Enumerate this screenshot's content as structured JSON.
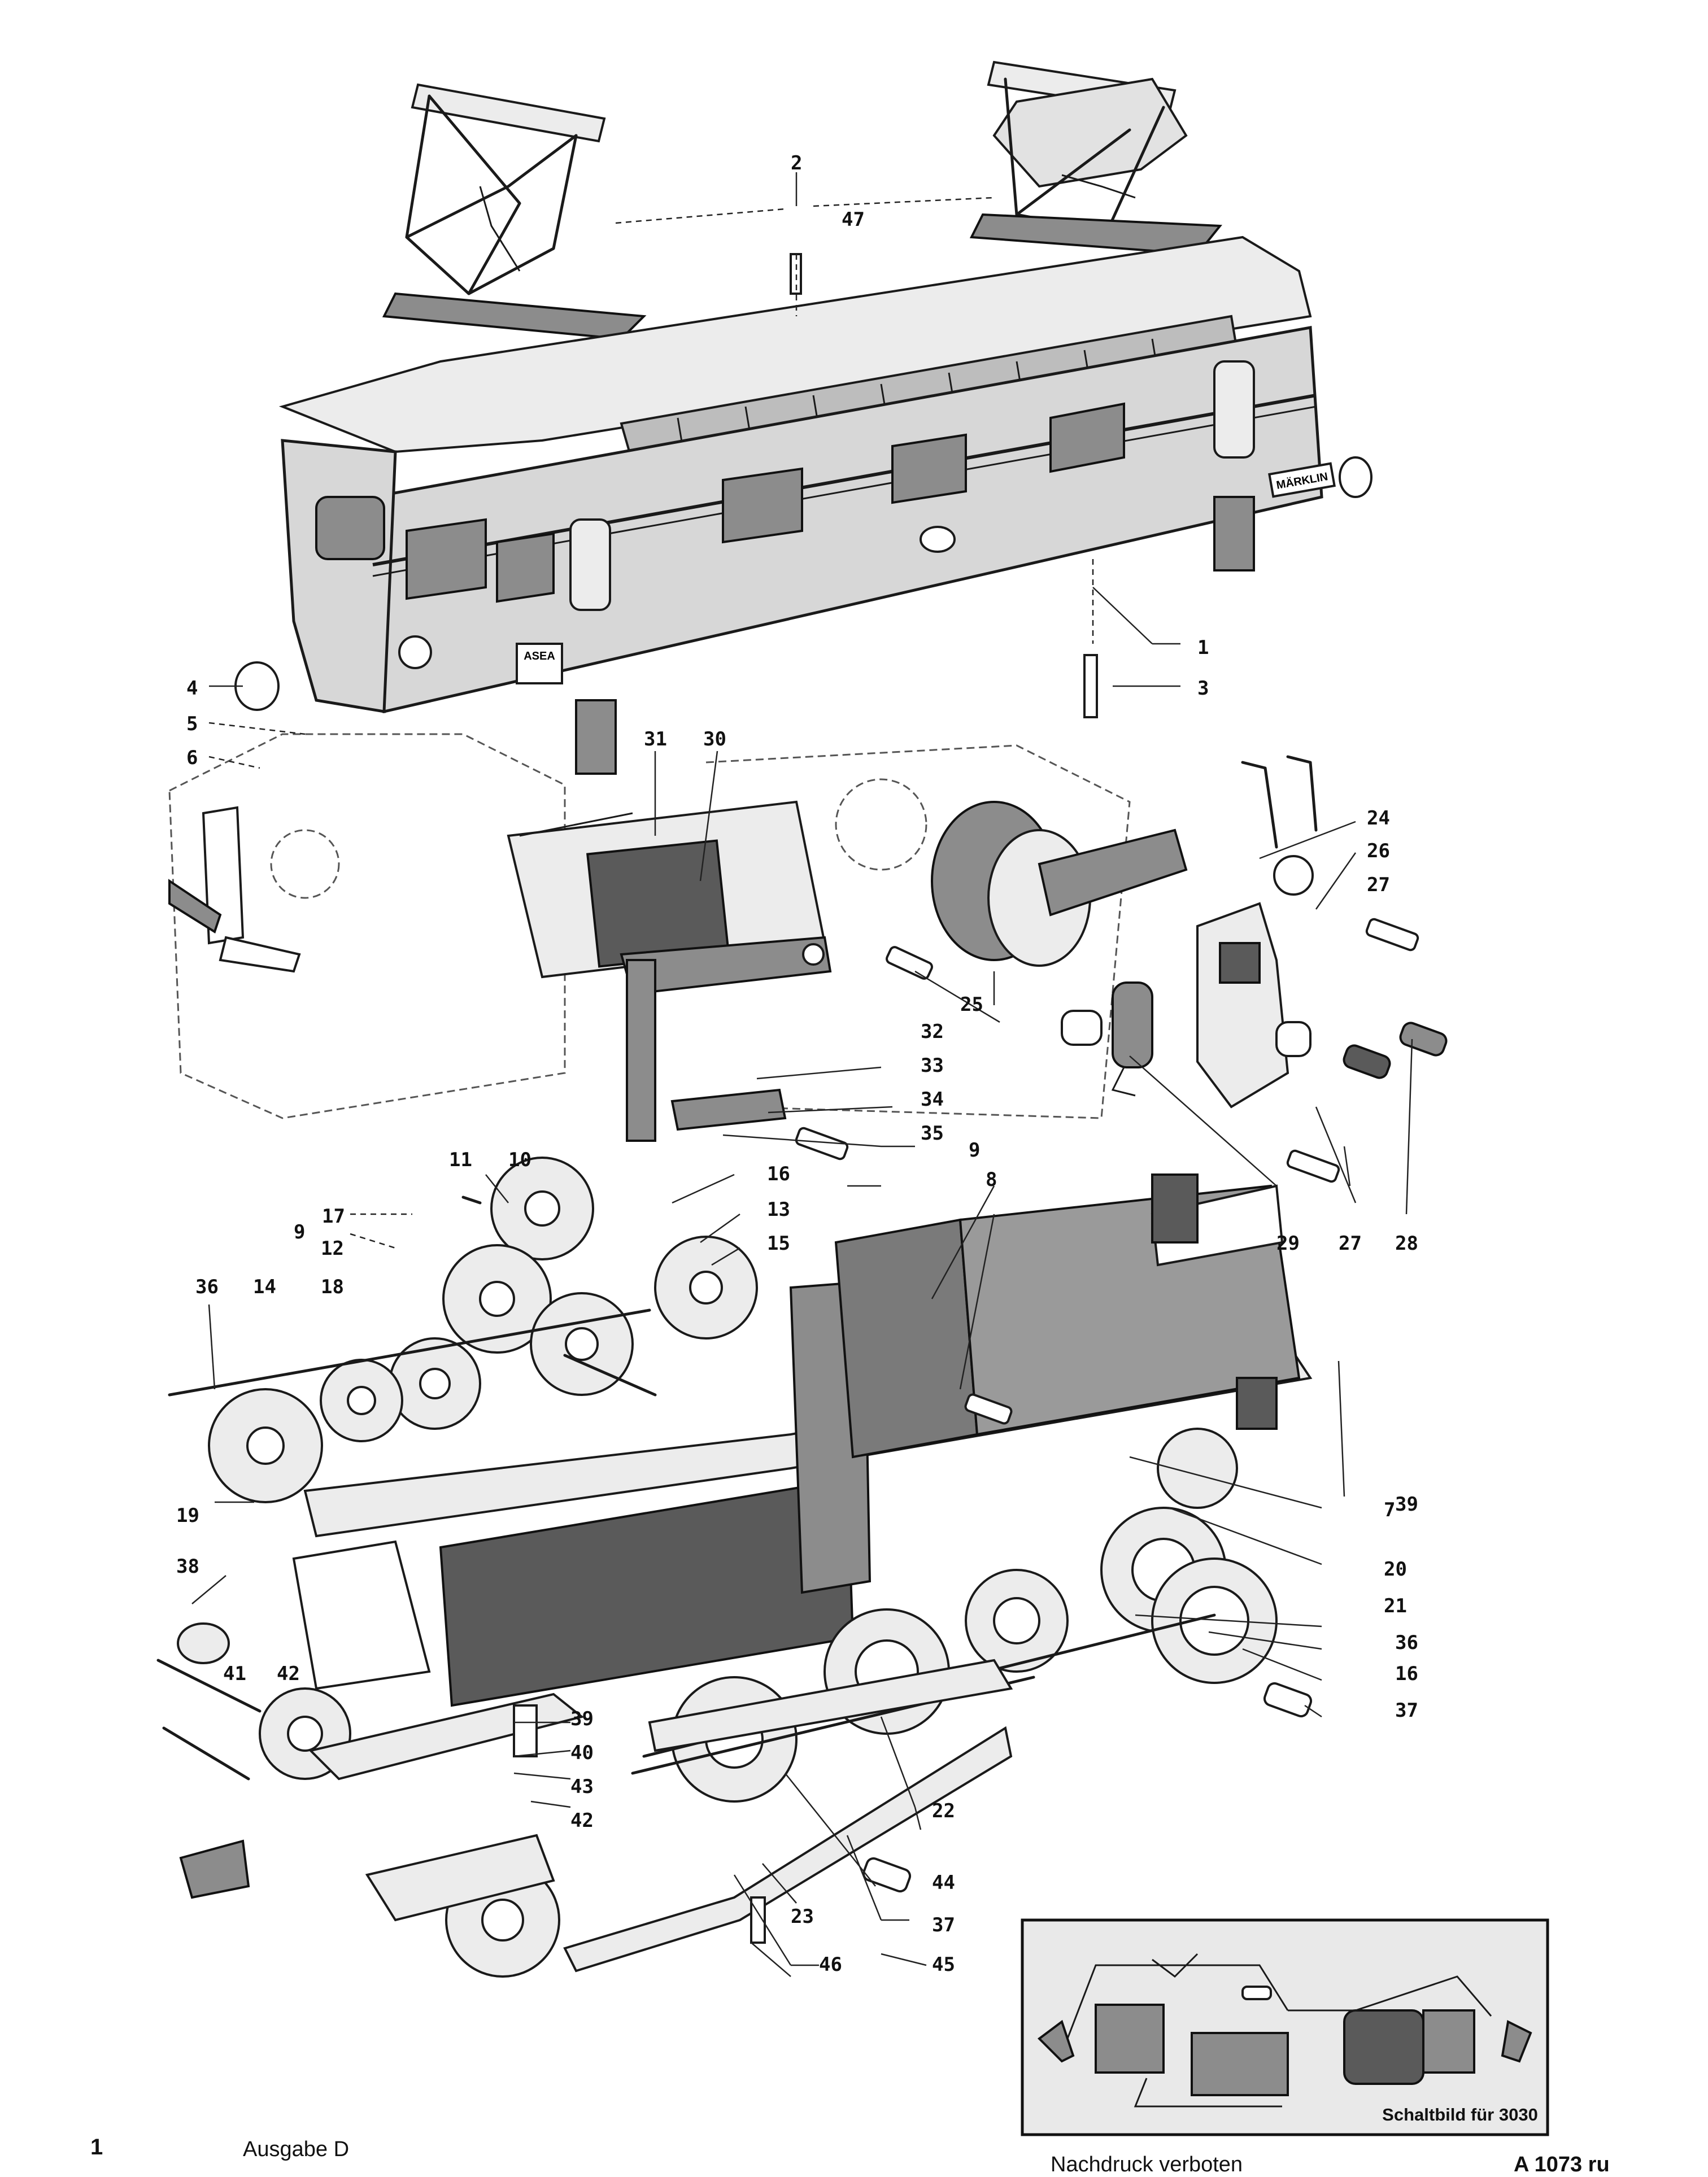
{
  "footer": {
    "page_number": "1",
    "edition": "Ausgabe D",
    "notice": "Nachdruck verboten",
    "code": "A 1073 ru"
  },
  "inset": {
    "caption": "Schaltbild für 3030"
  },
  "body_plates": {
    "maker_left": "ASEA",
    "maker_right": "MÄRKLIN"
  },
  "callouts": {
    "c1": "1",
    "c2": "2",
    "c3": "3",
    "c4": "4",
    "c5": "5",
    "c6": "6",
    "c7": "7",
    "c8": "8",
    "c9a": "9",
    "c9b": "9",
    "c10": "10",
    "c11": "11",
    "c12": "12",
    "c13": "13",
    "c14": "14",
    "c15": "15",
    "c16a": "16",
    "c16b": "16",
    "c17": "17",
    "c18": "18",
    "c19": "19",
    "c20": "20",
    "c21": "21",
    "c22": "22",
    "c23": "23",
    "c24": "24",
    "c25": "25",
    "c26": "26",
    "c27a": "27",
    "c27b": "27",
    "c28": "28",
    "c29": "29",
    "c30": "30",
    "c31": "31",
    "c32": "32",
    "c33": "33",
    "c34": "34",
    "c35": "35",
    "c36a": "36",
    "c36b": "36",
    "c37a": "37",
    "c37b": "37",
    "c38": "38",
    "c39a": "39",
    "c39b": "39",
    "c40": "40",
    "c41": "41",
    "c42a": "42",
    "c42b": "42",
    "c43": "43",
    "c44": "44",
    "c45": "45",
    "c46": "46",
    "c47": "47"
  }
}
